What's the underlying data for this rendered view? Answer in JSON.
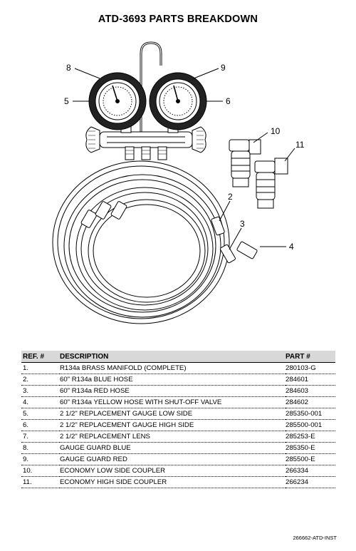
{
  "title": "ATD-3693 PARTS BREAKDOWN",
  "callouts": [
    "8",
    "9",
    "5",
    "6",
    "10",
    "11",
    "2",
    "3",
    "4"
  ],
  "table": {
    "headers": [
      "REF. #",
      "DESCRIPTION",
      "PART #"
    ],
    "rows": [
      {
        "ref": "1.",
        "desc": "R134a BRASS MANIFOLD (COMPLETE)",
        "part": "280103-G"
      },
      {
        "ref": "2.",
        "desc": "60\" R134a BLUE HOSE",
        "part": "284601"
      },
      {
        "ref": "3.",
        "desc": "60\" R134a RED HOSE",
        "part": "284603"
      },
      {
        "ref": "4.",
        "desc": "60\" R134a YELLOW HOSE WITH SHUT-OFF VALVE",
        "part": "284602"
      },
      {
        "ref": "5.",
        "desc": "2 1/2\" REPLACEMENT GAUGE LOW SIDE",
        "part": "285350-001"
      },
      {
        "ref": "6.",
        "desc": "2 1/2\" REPLACEMENT GAUGE HIGH SIDE",
        "part": "285500-001"
      },
      {
        "ref": "7.",
        "desc": "2 1/2\" REPLACEMENT LENS",
        "part": "285253-E"
      },
      {
        "ref": "8.",
        "desc": "GAUGE GUARD BLUE",
        "part": "285350-E"
      },
      {
        "ref": "9.",
        "desc": "GAUGE GUARD RED",
        "part": "285500-E"
      },
      {
        "ref": "10.",
        "desc": "ECONOMY LOW SIDE COUPLER",
        "part": "266334"
      },
      {
        "ref": "11.",
        "desc": "ECONOMY HIGH SIDE COUPLER",
        "part": "266234"
      }
    ]
  },
  "footer": "266662-ATD-INST"
}
